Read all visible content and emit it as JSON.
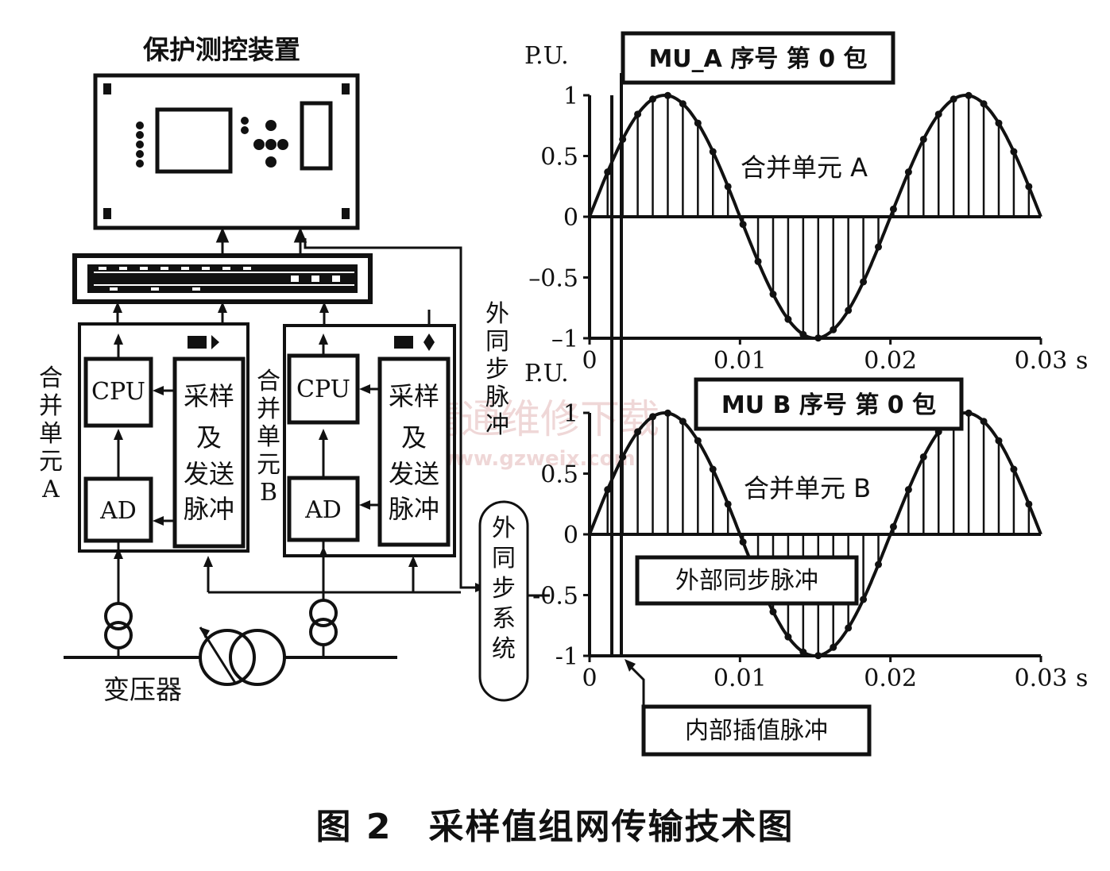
{
  "device_title": "保护测控装置",
  "mu_a": {
    "cpu": "CPU",
    "ad": "AD",
    "sampler": [
      "采样",
      "及",
      "发送",
      "脉冲"
    ],
    "label": [
      "合",
      "并",
      "单",
      "元",
      "A"
    ]
  },
  "mu_b": {
    "cpu": "CPU",
    "ad": "AD",
    "sampler": [
      "采样",
      "及",
      "发送",
      "脉冲"
    ],
    "label": [
      "合",
      "并",
      "单",
      "元",
      "B"
    ]
  },
  "ext_sync_pulse": [
    "外",
    "同",
    "步",
    "脉",
    "冲"
  ],
  "ext_sync_system": [
    "外",
    "同",
    "步",
    "系",
    "统"
  ],
  "transformer": "变压器",
  "caption": "图 2　采样值组网传输技术图",
  "watermark": {
    "cn": "精通维修下载",
    "url": "www.gzweix.com"
  },
  "chart_data": [
    {
      "type": "line",
      "ylabel": "P.U.",
      "xunit": "s",
      "series_label": "合并单元 A",
      "packet_label": "MU_A 序号 第 0 包",
      "x_ticks": [
        "0",
        "0.01",
        "0.02",
        "0.03"
      ],
      "y_ticks": [
        "1",
        "0.5",
        "0",
        "–0.5",
        "–1"
      ],
      "xlim": [
        0,
        0.03
      ],
      "ylim": [
        -1,
        1
      ],
      "sample_interval": 0.001,
      "x_start": 0.0012,
      "phase_shift": 0.0
    },
    {
      "type": "line",
      "ylabel": "P.U.",
      "xunit": "s",
      "series_label": "合并单元 B",
      "packet_label": "MU B 序号 第 0 包",
      "ext_pulse_label": "外部同步脉冲",
      "int_pulse_label": "内部插值脉冲",
      "x_ticks": [
        "0",
        "0.01",
        "0.02",
        "0.03"
      ],
      "y_ticks": [
        "1",
        "0.5",
        "0",
        "-0.5",
        "-1"
      ],
      "xlim": [
        0,
        0.03
      ],
      "ylim": [
        -1,
        1
      ],
      "sample_interval": 0.001,
      "x_start": 0.0012,
      "phase_shift": 0.0
    }
  ]
}
